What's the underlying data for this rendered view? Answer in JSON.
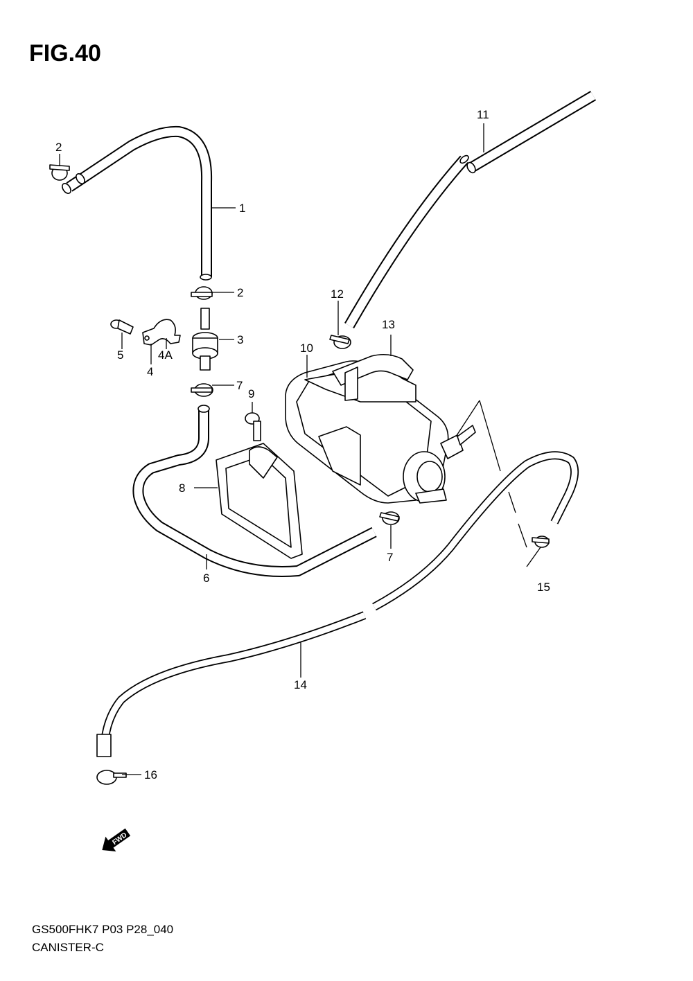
{
  "figure": {
    "title": "FIG.40",
    "model_code": "GS500FHK7 P03 P28_040",
    "section_name": "CANISTER-C"
  },
  "callouts": {
    "c1": "1",
    "c2a": "2",
    "c2b": "2",
    "c3": "3",
    "c4": "4",
    "c4a": "4A",
    "c5": "5",
    "c6": "6",
    "c7a": "7",
    "c7b": "7",
    "c8": "8",
    "c9": "9",
    "c10": "10",
    "c11": "11",
    "c12": "12",
    "c13": "13",
    "c14": "14",
    "c15": "15",
    "c16": "16"
  },
  "fwd_arrow": {
    "label": "FWD",
    "icon": "fwd-arrow-icon"
  }
}
